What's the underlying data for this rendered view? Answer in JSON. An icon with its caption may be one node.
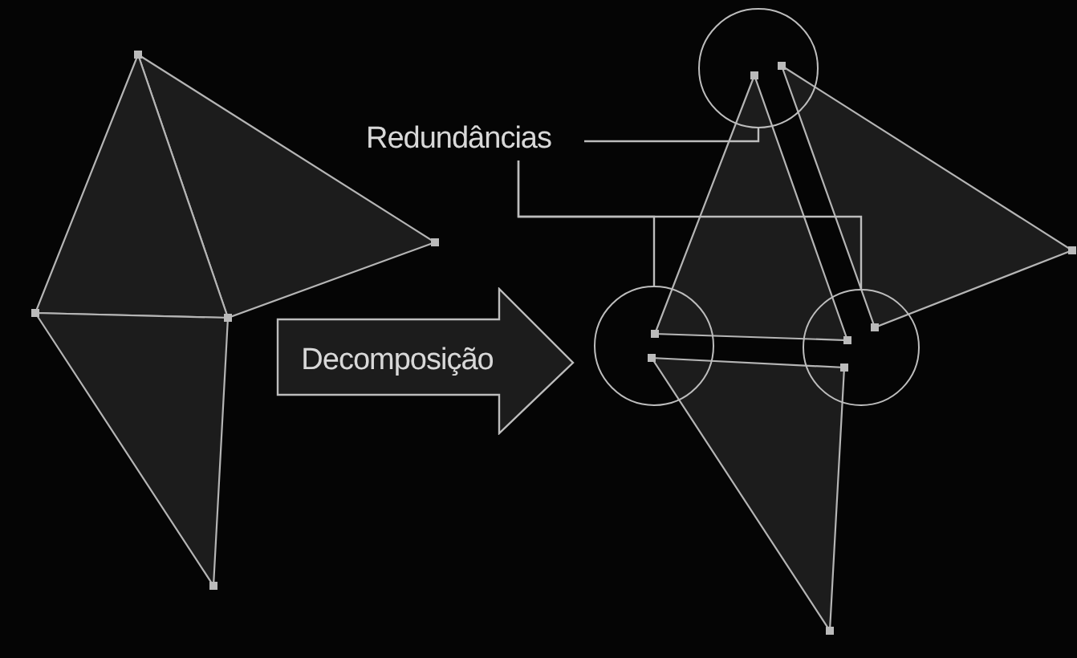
{
  "diagram": {
    "nodes": [
      {
        "text": [
          "Redundâncias"
        ]
      },
      {
        "text": [],
        "shape": "circle"
      },
      {
        "text": [],
        "shape": "circle"
      },
      {
        "text": [],
        "shape": "circle"
      },
      {
        "text": [
          "Decomposição"
        ]
      }
    ],
    "edges": [
      {
        "from": 0,
        "to": 1,
        "arrow": "none"
      },
      {
        "from": 0,
        "to": 2,
        "arrow": "none"
      },
      {
        "from": 0,
        "to": 3,
        "arrow": "none"
      }
    ]
  }
}
